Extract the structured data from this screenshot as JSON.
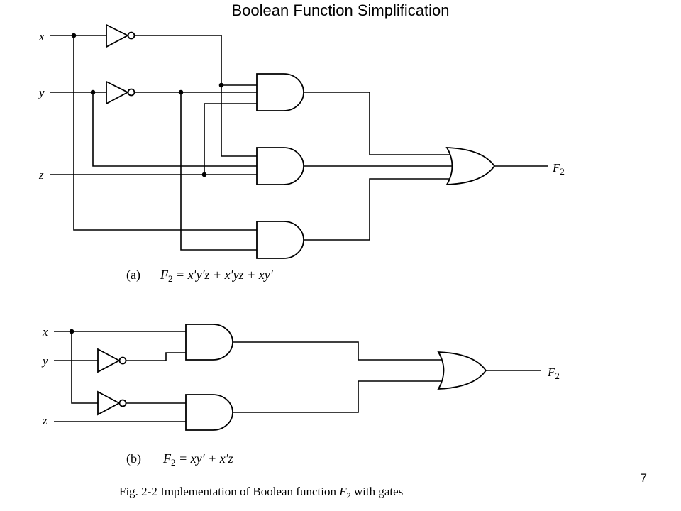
{
  "slide": {
    "title": "Boolean Function Simplification",
    "page_number": "7"
  },
  "circuit_a": {
    "inputs": [
      "x",
      "y",
      "z"
    ],
    "output": "F",
    "output_sub": "2",
    "label": "(a)",
    "equation": {
      "lhs": "F",
      "sub": "2",
      "rhs": " = x′y′z + x′yz + xy′"
    }
  },
  "circuit_b": {
    "inputs": [
      "x",
      "y",
      "z"
    ],
    "output": "F",
    "output_sub": "2",
    "label": "(b)",
    "equation": {
      "lhs": "F",
      "sub": "2",
      "rhs": " = xy′ + x′z"
    }
  },
  "caption": {
    "prefix": "Fig. 2-2  Implementation of Boolean function ",
    "var": "F",
    "sub": "2",
    "suffix": " with gates"
  },
  "colors": {
    "ink": "#000000",
    "background": "#ffffff"
  }
}
